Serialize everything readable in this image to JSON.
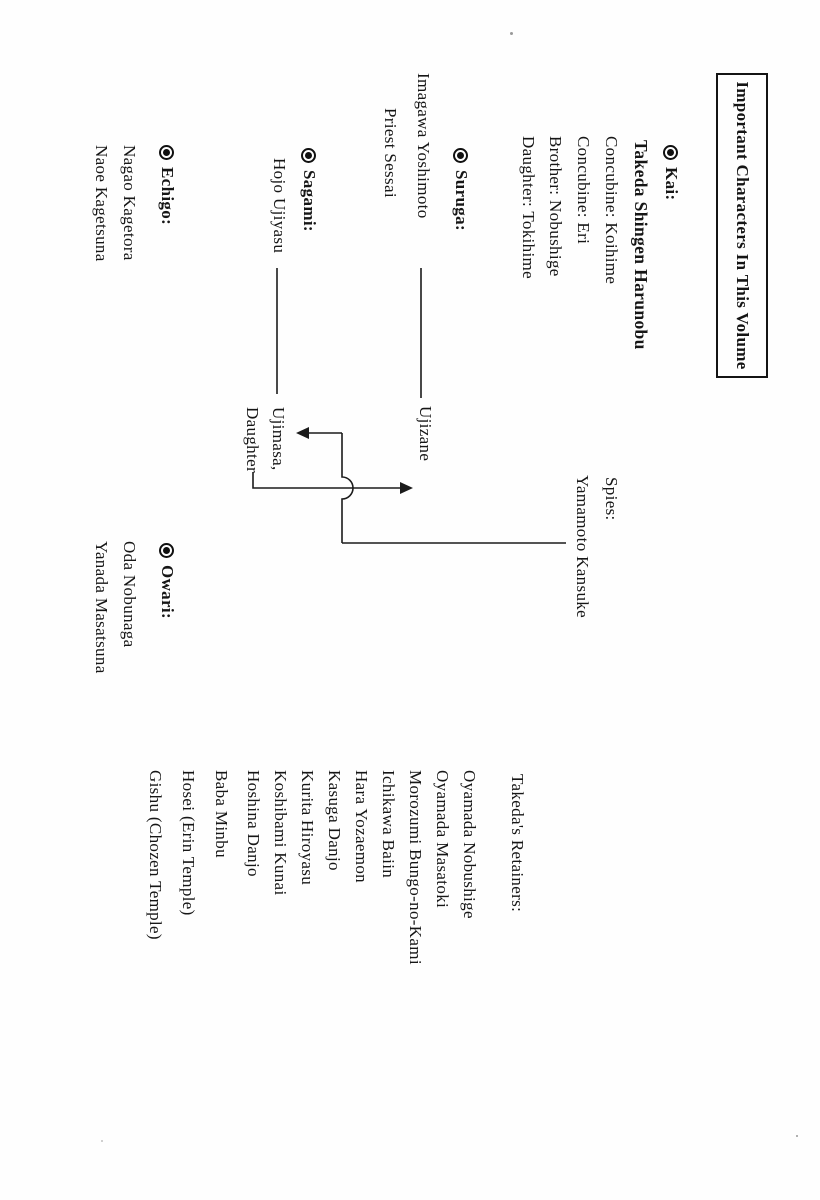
{
  "page": {
    "title": "Important Characters In This Volume"
  },
  "kai": {
    "heading": "Kai:",
    "lord": "Takeda Shingen Harunobu",
    "members": [
      "Concubine: Koihime",
      "Concubine: Eri",
      "Brother: Nobushige",
      "Daughter: Tokihime"
    ]
  },
  "suruga": {
    "heading": "Suruga:",
    "lord": "Imagawa Yoshimoto",
    "son": "Ujizane",
    "advisor": "Priest Sessai"
  },
  "sagami": {
    "heading": "Sagami:",
    "lord": "Hojo Ujiyasu",
    "children": [
      "Ujimasa,",
      "Daughter"
    ]
  },
  "spies": {
    "label": "Spies:",
    "name": "Yamamoto Kansuke"
  },
  "echigo": {
    "heading": "Echigo:",
    "members": [
      "Nagao Kagetora",
      "Naoe Kagetsuna"
    ]
  },
  "owari": {
    "heading": "Owari:",
    "members": [
      "Oda Nobunaga",
      "Yanada Masatsuna"
    ]
  },
  "retainers": {
    "heading": "Takeda's Retainers:",
    "names": [
      "Oyamada Nobushige",
      "Oyamada Masatoki",
      "Morozumi Bungo-no-Kami",
      "Ichikawa Baiin",
      "Hara Yozaemon",
      "Kasuga Danjo",
      "Kurita Hiroyasu",
      "Koshibami Kunai",
      "Hoshina Danjo",
      "Baba Minbu",
      "Hosei (Erin Temple)",
      "Gishu (Chozen Temple)"
    ]
  }
}
